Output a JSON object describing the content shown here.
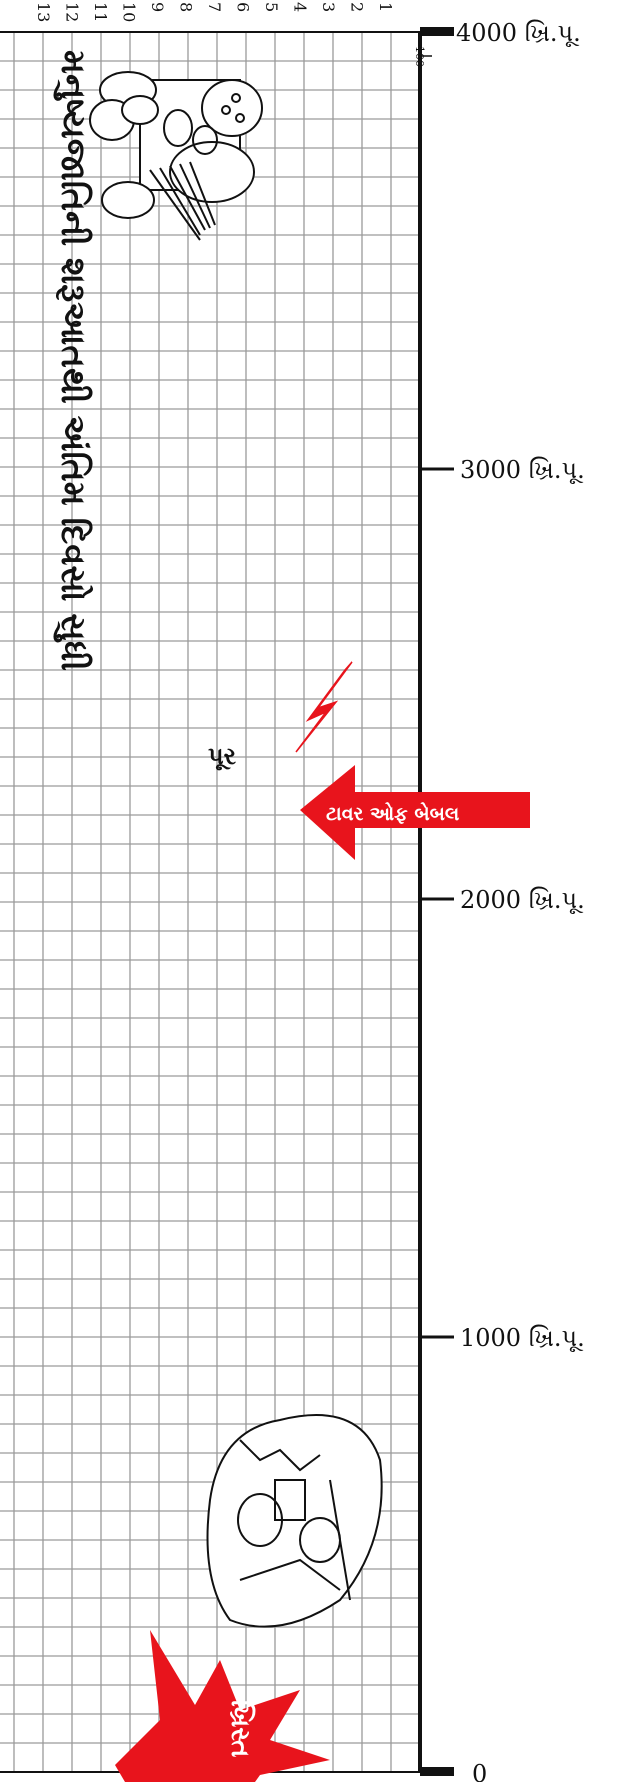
{
  "title": "મનુષ્યજાતિની શરૂઆતથી અંતિમ દિવસો સુધી",
  "axis": {
    "labels": [
      "4000 ખ્રિ.પૂ.",
      "3000 ખ્રિ.પૂ.",
      "2000 ખ્રિ.પૂ.",
      "1000 ખ્રિ.પૂ.",
      "0"
    ],
    "side_ruler": [
      "1",
      "2",
      "3",
      "4",
      "5",
      "6",
      "7",
      "8",
      "9",
      "10",
      "11",
      "12",
      "13"
    ],
    "small_mark": "100"
  },
  "events": {
    "flood": "પૂર",
    "tower": "ટાવર ઓફ બેબલ",
    "christ": "ખ્રિસ્ત"
  },
  "colors": {
    "accent": "#e8141c",
    "grid": "#9a9a9a",
    "ink": "#111111"
  },
  "icons": [
    "eden-illustration-icon",
    "lightning-icon",
    "arrow-left-icon",
    "battle-illustration-icon",
    "starburst-icon"
  ]
}
